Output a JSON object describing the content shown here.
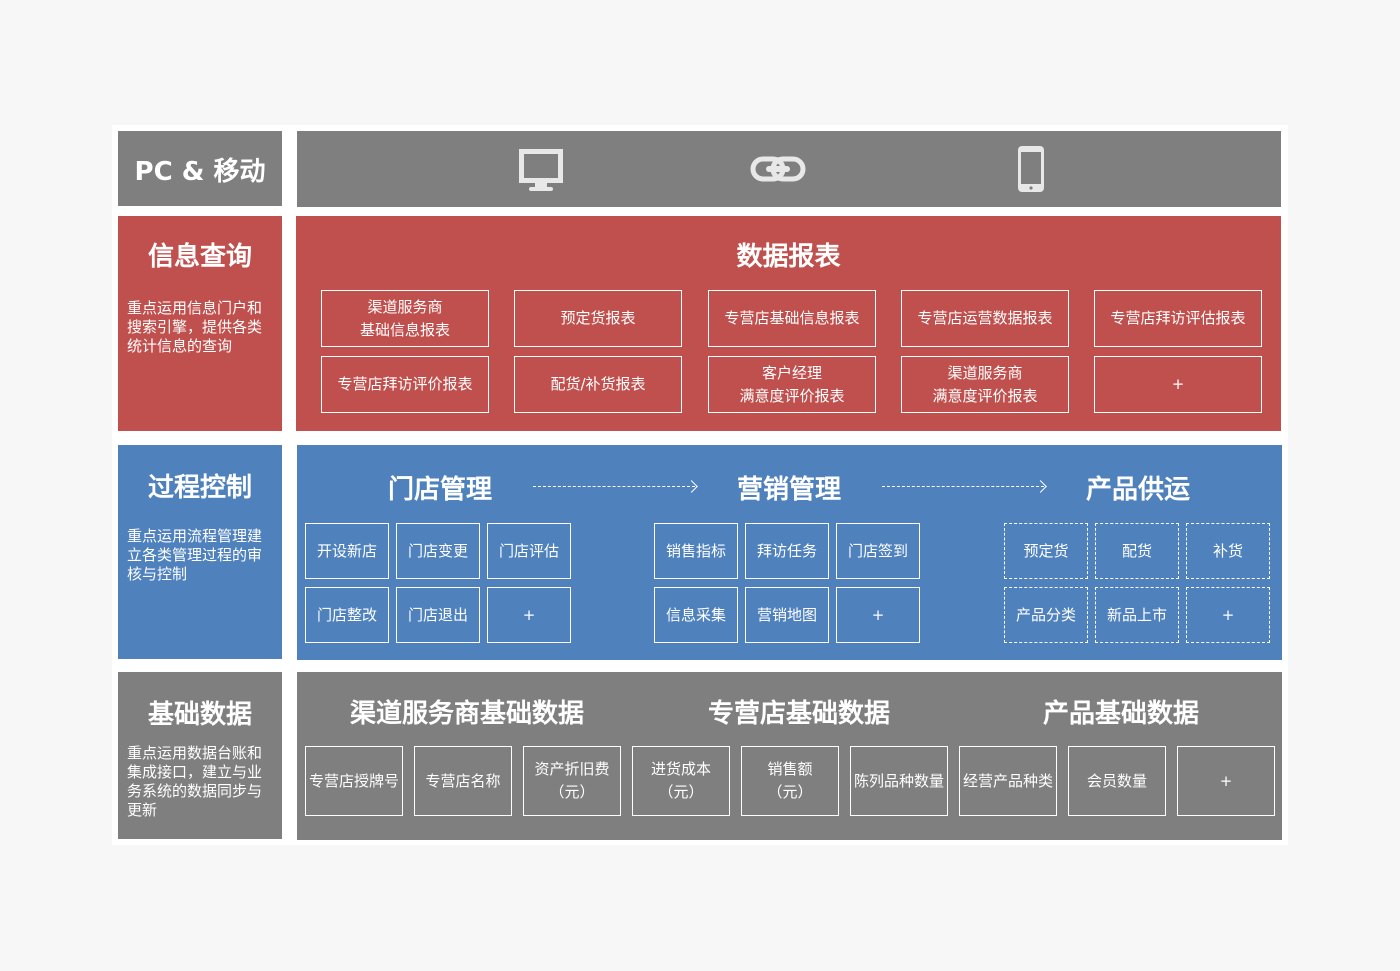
{
  "platform": {
    "label": "PC & 移动",
    "icons": [
      "monitor-icon",
      "link-icon",
      "mobile-phone-icon"
    ]
  },
  "info": {
    "title": "信息查询",
    "desc": "重点运用信息门户和搜索引擎，提供各类统计信息的查询",
    "section_title": "数据报表",
    "items": [
      "渠道服务商\n基础信息报表",
      "预定货报表",
      "专营店基础信息报表",
      "专营店运营数据报表",
      "专营店拜访评估报表",
      "专营店拜访评价报表",
      "配货/补货报表",
      "客户经理\n满意度评价报表",
      "渠道服务商\n满意度评价报表",
      "+"
    ]
  },
  "process": {
    "title": "过程控制",
    "desc": "重点运用流程管理建立各类管理过程的审核与控制",
    "groups": [
      {
        "title": "门店管理",
        "items": [
          "开设新店",
          "门店变更",
          "门店评估",
          "门店整改",
          "门店退出",
          "+"
        ]
      },
      {
        "title": "营销管理",
        "items": [
          "销售指标",
          "拜访任务",
          "门店签到",
          "信息采集",
          "营销地图",
          "+"
        ]
      },
      {
        "title": "产品供运",
        "items": [
          "预定货",
          "配货",
          "补货",
          "产品分类",
          "新品上市",
          "+"
        ]
      }
    ]
  },
  "base": {
    "title": "基础数据",
    "desc": "重点运用数据台账和集成接口，建立与业务系统的数据同步与更新",
    "headers": [
      "渠道服务商基础数据",
      "专营店基础数据",
      "产品基础数据"
    ],
    "items": [
      "专营店授牌号",
      "专营店名称",
      "资产折旧费\n（元）",
      "进货成本\n（元）",
      "销售额\n（元）",
      "陈列品种数量",
      "经营产品种类",
      "会员数量",
      "+"
    ]
  },
  "colors": {
    "gray": "#7f7f7f",
    "red": "#c0504d",
    "blue": "#4f81bd"
  }
}
